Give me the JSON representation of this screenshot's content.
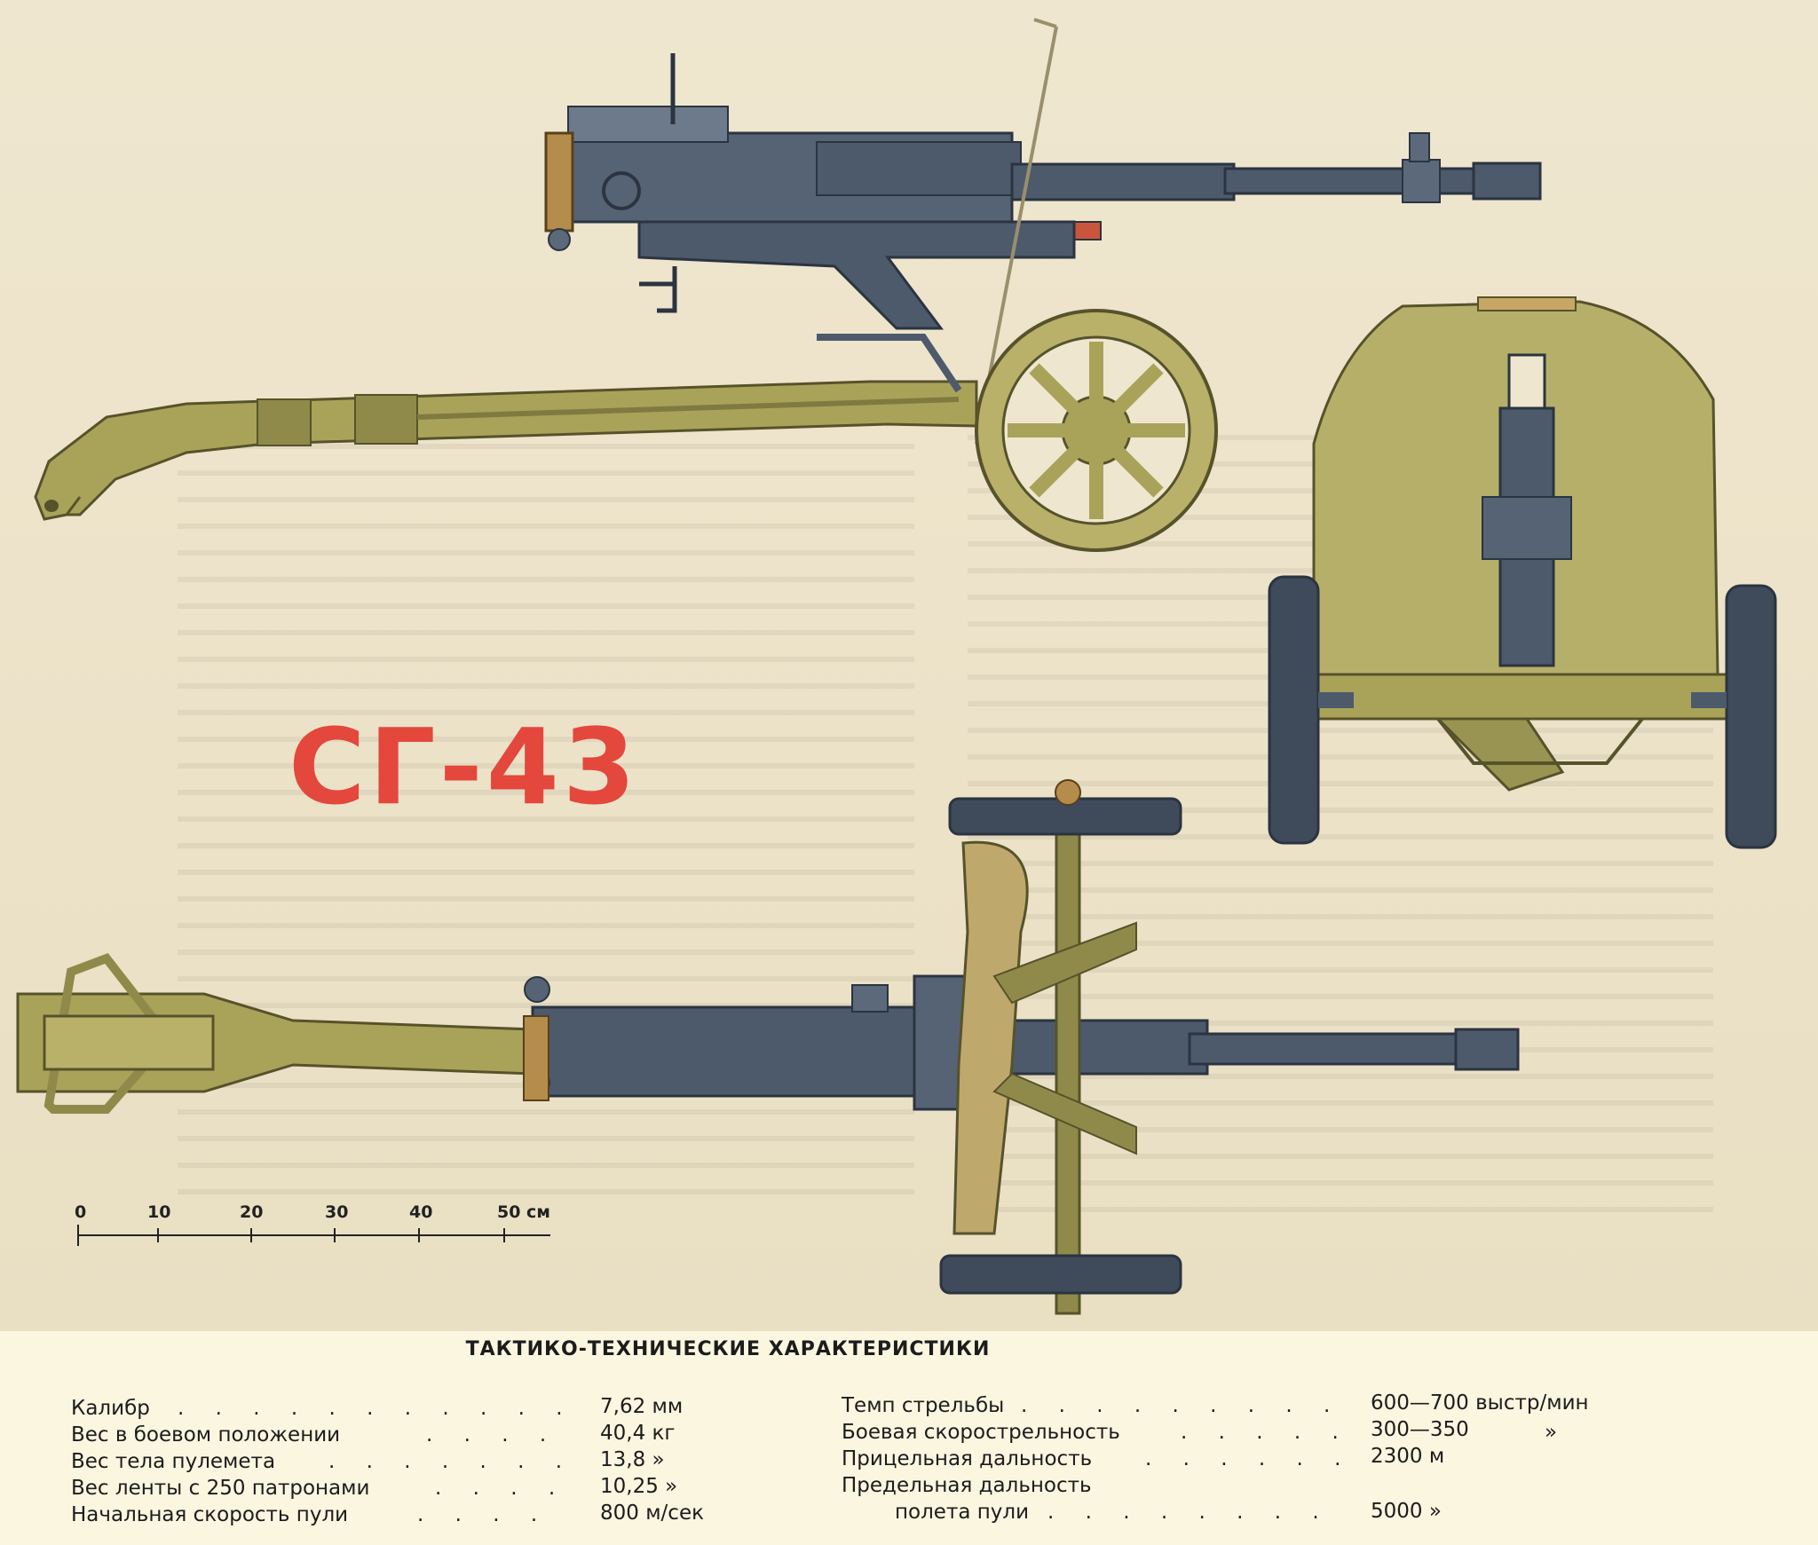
{
  "title": "СГ-43",
  "scale": {
    "ticks": [
      "0",
      "10",
      "20",
      "30",
      "40",
      "50 см"
    ]
  },
  "specs": {
    "heading": "ТАКТИКО-ТЕХНИЧЕСКИЕ ХАРАКТЕРИСТИКИ",
    "left": [
      {
        "label": "Калибр",
        "value": "7,62 мм"
      },
      {
        "label": "Вес в боевом положении",
        "value": "40,4 кг"
      },
      {
        "label": "Вес тела пулемета",
        "value": "13,8 »"
      },
      {
        "label": "Вес ленты с 250 патронами",
        "value": "10,25 »"
      },
      {
        "label": "Начальная скорость пули",
        "value": "800 м/сек"
      }
    ],
    "right": [
      {
        "label": "Темп стрельбы",
        "value": "600—700 выстр/мин"
      },
      {
        "label": "Боевая скорострельность",
        "value": "300—350",
        "ditto": "»"
      },
      {
        "label": "Прицельная дальность",
        "value": "2300 м"
      },
      {
        "label": "Предельная дальность",
        "label2": "полета пули",
        "value": "5000 »"
      }
    ]
  },
  "colors": {
    "title_red": "#e4473c",
    "olive": "#a9a35a",
    "steel": "#4d5a6c",
    "wood": "#b48c4c"
  }
}
